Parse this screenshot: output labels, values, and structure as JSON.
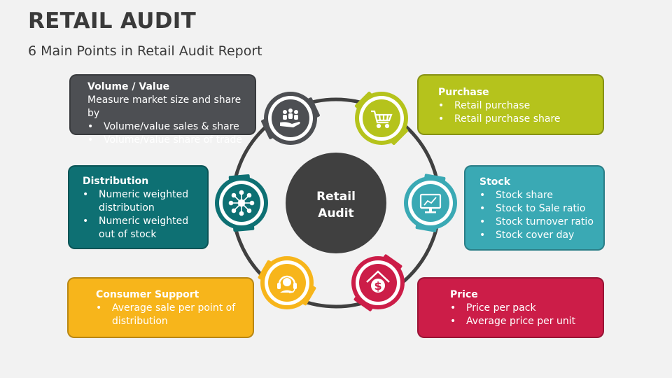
{
  "header": {
    "title": "RETAIL AUDIT",
    "subtitle": "6 Main Points in Retail Audit Report"
  },
  "center": {
    "line1": "Retail",
    "line2": "Audit"
  },
  "colors": {
    "volume": "#4d4f53",
    "distribution": "#0e7073",
    "consumer_support": "#f7b51b",
    "purchase": "#b5c31c",
    "stock": "#3aa9b4",
    "price": "#cc1d48",
    "center": "#404040",
    "ring": "#404040"
  },
  "points": {
    "volume": {
      "heading": "Volume / Value",
      "intro": "Measure market size and share by",
      "bullets": [
        "Volume/value sales & share",
        "Volume/value share of trade"
      ],
      "icon": "people-hand-icon"
    },
    "distribution": {
      "heading": "Distribution",
      "bullets": [
        "Numeric weighted distribution",
        "Numeric weighted out of stock"
      ],
      "icon": "network-icon"
    },
    "consumer_support": {
      "heading": "Consumer Support",
      "bullets": [
        "Average sale per point of distribution"
      ],
      "icon": "headset-icon"
    },
    "purchase": {
      "heading": "Purchase",
      "bullets": [
        "Retail purchase",
        "Retail purchase share"
      ],
      "icon": "shopping-cart-icon"
    },
    "stock": {
      "heading": "Stock",
      "bullets": [
        "Stock share",
        "Stock to Sale ratio",
        "Stock turnover ratio",
        "Stock cover day"
      ],
      "icon": "monitor-chart-icon"
    },
    "price": {
      "heading": "Price",
      "bullets": [
        "Price per pack",
        "Average price per unit"
      ],
      "icon": "house-dollar-icon"
    }
  }
}
